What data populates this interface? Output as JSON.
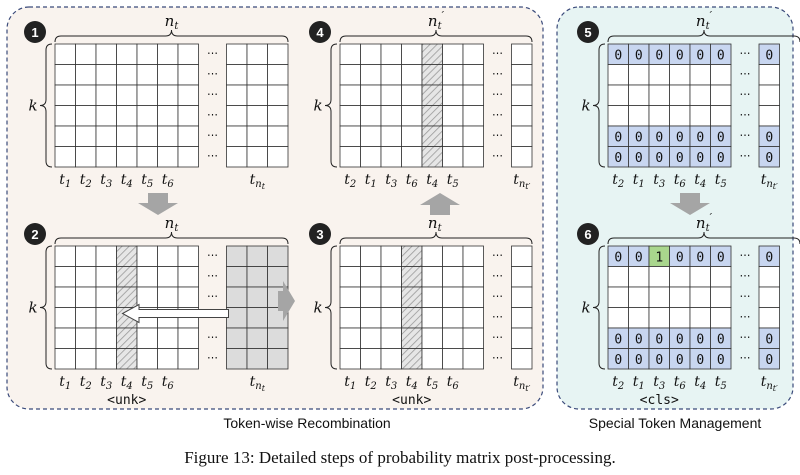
{
  "panel_left_title": "Token-wise Recombination",
  "panel_right_title": "Special Token Management",
  "caption": "Figure 13: Detailed steps of probability matrix post-processing.",
  "colors": {
    "left_bg": "#f9f3ee",
    "right_bg": "#e7f4f3",
    "blue_cell": "#c8d6f0",
    "green_cell": "#a9d68d",
    "hatch": "#bdbdbd"
  },
  "row_label": "k",
  "steps": [
    {
      "num": "1",
      "top": "n_t",
      "cols": [
        "t1",
        "t2",
        "t3",
        "t4",
        "t5",
        "t6"
      ],
      "last": "t_{n_t}",
      "hatch_col": -1,
      "gray_last": false,
      "arrow": false,
      "zeros": false,
      "special": ""
    },
    {
      "num": "2",
      "top": "n_t",
      "cols": [
        "t1",
        "t2",
        "t3",
        "t4",
        "t5",
        "t6"
      ],
      "last": "t_{n_t}",
      "hatch_col": 3,
      "gray_last": true,
      "arrow": true,
      "zeros": false,
      "special": "<unk>"
    },
    {
      "num": "3",
      "top": "n_t'",
      "cols": [
        "t1",
        "t2",
        "t3",
        "t4",
        "t5",
        "t6"
      ],
      "last": "t_{n_t'}",
      "hatch_col": 3,
      "gray_last": false,
      "arrow": false,
      "zeros": false,
      "special": "<unk>"
    },
    {
      "num": "4",
      "top": "n_t'",
      "cols": [
        "t2",
        "t1",
        "t3",
        "t6",
        "t4",
        "t5"
      ],
      "last": "t_{n_t'}",
      "hatch_col": 4,
      "gray_last": false,
      "arrow": false,
      "zeros": false,
      "special": ""
    },
    {
      "num": "5",
      "top": "n_t'",
      "cols": [
        "t2",
        "t1",
        "t3",
        "t6",
        "t4",
        "t5"
      ],
      "last": "t_{n_t'}",
      "hatch_col": -1,
      "gray_last": false,
      "arrow": false,
      "zeros": true,
      "one_col": -1,
      "special": ""
    },
    {
      "num": "6",
      "top": "n_t'",
      "cols": [
        "t2",
        "t1",
        "t3",
        "t6",
        "t4",
        "t5"
      ],
      "last": "t_{n_t'}",
      "hatch_col": -1,
      "gray_last": false,
      "arrow": false,
      "zeros": true,
      "one_col": 2,
      "special": "<cls>"
    }
  ],
  "zero_value": "0",
  "one_value": "1",
  "ellipsis": "⋯"
}
